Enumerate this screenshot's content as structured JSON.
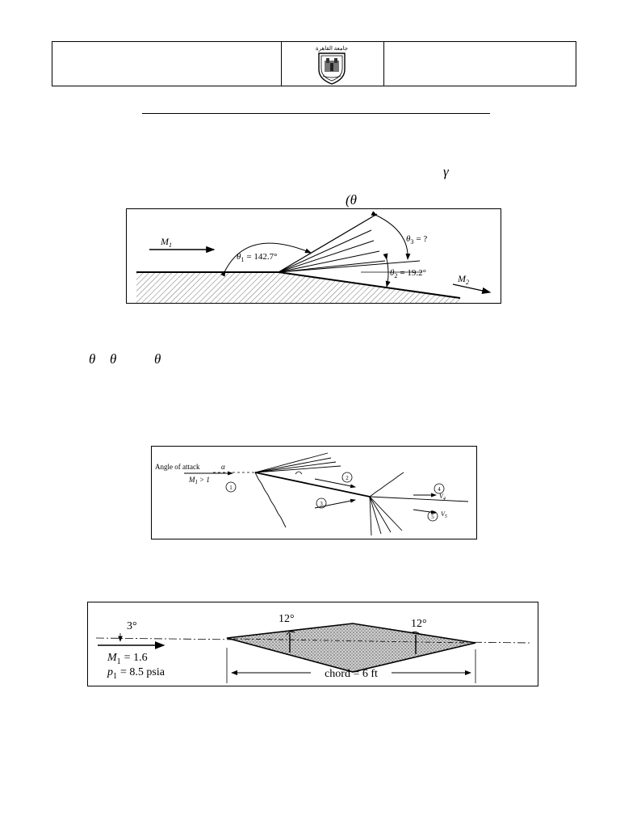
{
  "header": {
    "left_text": "",
    "right_text": "",
    "logo_text": "جامعة القاهرة"
  },
  "symbols": {
    "gamma": "γ",
    "theta_paren": "(θ",
    "theta_a": "θ",
    "theta_b": "θ",
    "theta_c": "θ"
  },
  "figure1": {
    "m1": "M",
    "m1_sub": "1",
    "theta1_label": "θ",
    "theta1_sub": "1",
    "theta1_value": "= 142.7°",
    "theta3_label": "θ",
    "theta3_sub": "3",
    "theta3_value": "= ?",
    "theta2_label": "θ",
    "theta2_sub": "2",
    "theta2_value": "= 19.2°",
    "m2": "M",
    "m2_sub": "2"
  },
  "figure2": {
    "angle_of_attack": "Angle of attack",
    "alpha": "α",
    "m1": "M",
    "m1_sub": "1",
    "m1_cond": "> 1",
    "region_1": "1",
    "region_2": "2",
    "region_3": "3",
    "region_4": "4",
    "region_5": "5",
    "v4": "V",
    "v4_sub": "4",
    "v5": "V",
    "v5_sub": "5"
  },
  "figure3": {
    "alpha": "3°",
    "m1": "M",
    "m1_sub": "1",
    "m1_value": "= 1.6",
    "p1": "p",
    "p1_sub": "1",
    "p1_value": "= 8.5 psia",
    "angle_left": "12°",
    "angle_right": "12°",
    "chord": "chord = 6 ft"
  }
}
